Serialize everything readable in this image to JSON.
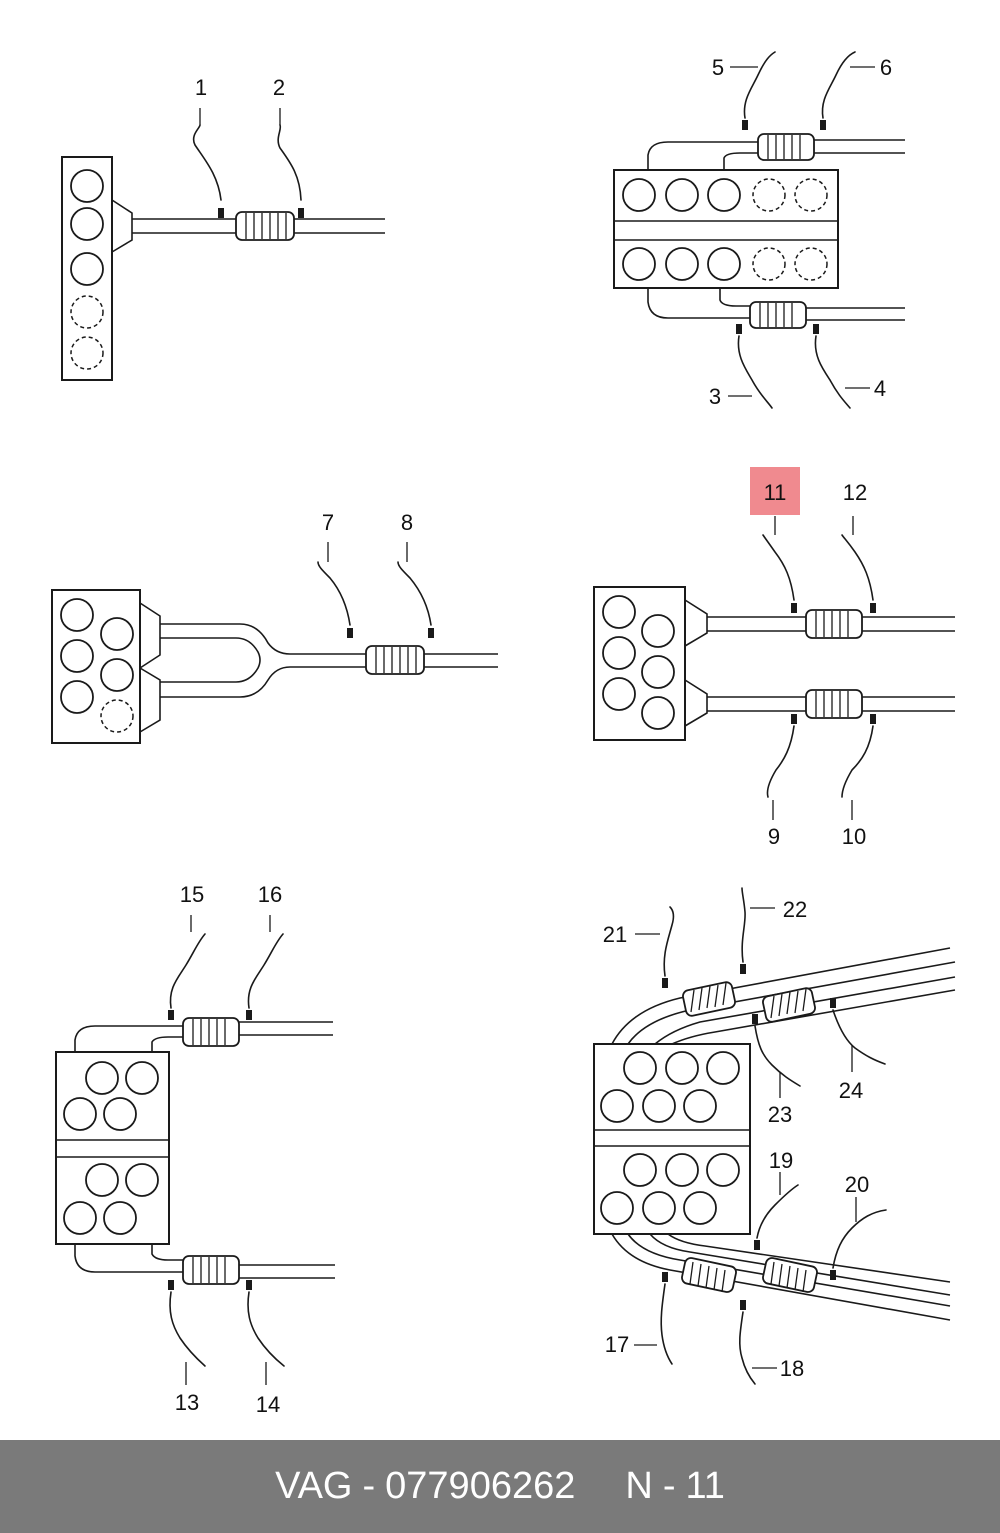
{
  "footer": {
    "brand": "VAG",
    "dash1": "-",
    "part_number": "077906262",
    "position_letter": "N",
    "dash2": "-",
    "position_number": "11"
  },
  "highlighted_label": "11",
  "labels": [
    "1",
    "2",
    "3",
    "4",
    "5",
    "6",
    "7",
    "8",
    "9",
    "10",
    "11",
    "12",
    "13",
    "14",
    "15",
    "16",
    "17",
    "18",
    "19",
    "20",
    "21",
    "22",
    "23",
    "24"
  ],
  "highlight_color": "#f08a8f",
  "footer_color": "#7a7a7a"
}
